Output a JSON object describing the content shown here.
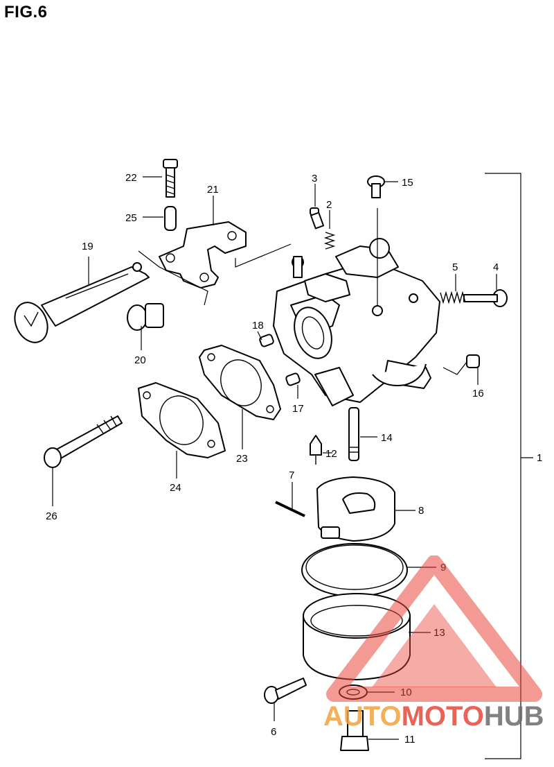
{
  "figure": {
    "title": "FIG.6"
  },
  "callouts": [
    {
      "id": "c1",
      "label": "1"
    },
    {
      "id": "c2",
      "label": "2"
    },
    {
      "id": "c3",
      "label": "3"
    },
    {
      "id": "c4",
      "label": "4"
    },
    {
      "id": "c5",
      "label": "5"
    },
    {
      "id": "c6",
      "label": "6"
    },
    {
      "id": "c7",
      "label": "7"
    },
    {
      "id": "c8",
      "label": "8"
    },
    {
      "id": "c9",
      "label": "9"
    },
    {
      "id": "c10",
      "label": "10"
    },
    {
      "id": "c11",
      "label": "11"
    },
    {
      "id": "c12",
      "label": "12"
    },
    {
      "id": "c13",
      "label": "13"
    },
    {
      "id": "c14",
      "label": "14"
    },
    {
      "id": "c15",
      "label": "15"
    },
    {
      "id": "c16",
      "label": "16"
    },
    {
      "id": "c17",
      "label": "17"
    },
    {
      "id": "c18",
      "label": "18"
    },
    {
      "id": "c19",
      "label": "19"
    },
    {
      "id": "c20",
      "label": "20"
    },
    {
      "id": "c21",
      "label": "21"
    },
    {
      "id": "c22",
      "label": "22"
    },
    {
      "id": "c23",
      "label": "23"
    },
    {
      "id": "c24",
      "label": "24"
    },
    {
      "id": "c25",
      "label": "25"
    },
    {
      "id": "c26",
      "label": "26"
    }
  ],
  "watermark": {
    "text_part1": "AUTO",
    "text_part2": "MOTO",
    "text_part3": "HUB",
    "color_primary": "#e8473a",
    "color_accent": "#f2a23a",
    "color_dark": "#6b6b6b"
  }
}
